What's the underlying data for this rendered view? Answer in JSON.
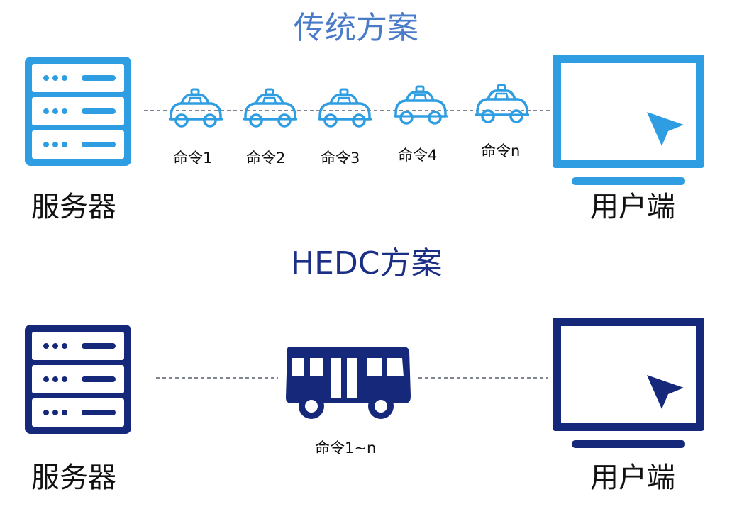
{
  "colors": {
    "traditional": "#2f9de2",
    "traditional_title": "#4a7bc8",
    "hedc": "#15287a",
    "hedc_title": "#1b2f86",
    "dash_line": "#555e6e"
  },
  "traditional": {
    "title": "传统方案",
    "server_label": "服务器",
    "client_label": "用户端",
    "server_icon": "server-icon",
    "client_icon": "monitor-cursor-icon",
    "vehicle_icon": "taxi-icon",
    "commands": [
      "命令1",
      "命令2",
      "命令3",
      "命令4",
      "命令n"
    ]
  },
  "hedc": {
    "title": "HEDC方案",
    "server_label": "服务器",
    "client_label": "用户端",
    "server_icon": "server-icon",
    "client_icon": "monitor-cursor-icon",
    "vehicle_icon": "bus-icon",
    "command": "命令1~n"
  }
}
